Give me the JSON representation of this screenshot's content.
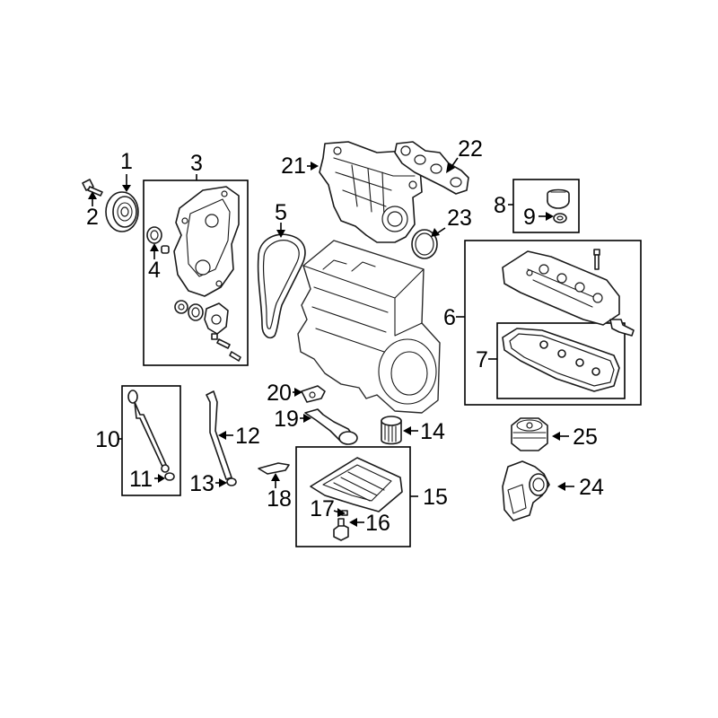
{
  "diagram": {
    "callouts": [
      {
        "id": "1",
        "text": "1"
      },
      {
        "id": "2",
        "text": "2"
      },
      {
        "id": "3",
        "text": "3"
      },
      {
        "id": "4",
        "text": "4"
      },
      {
        "id": "5",
        "text": "5"
      },
      {
        "id": "6",
        "text": "6"
      },
      {
        "id": "7",
        "text": "7"
      },
      {
        "id": "8",
        "text": "8"
      },
      {
        "id": "9",
        "text": "9"
      },
      {
        "id": "10",
        "text": "10"
      },
      {
        "id": "11",
        "text": "11"
      },
      {
        "id": "12",
        "text": "12"
      },
      {
        "id": "13",
        "text": "13"
      },
      {
        "id": "14",
        "text": "14"
      },
      {
        "id": "15",
        "text": "15"
      },
      {
        "id": "16",
        "text": "16"
      },
      {
        "id": "17",
        "text": "17"
      },
      {
        "id": "18",
        "text": "18"
      },
      {
        "id": "19",
        "text": "19"
      },
      {
        "id": "20",
        "text": "20"
      },
      {
        "id": "21",
        "text": "21"
      },
      {
        "id": "22",
        "text": "22"
      },
      {
        "id": "23",
        "text": "23"
      },
      {
        "id": "24",
        "text": "24"
      },
      {
        "id": "25",
        "text": "25"
      }
    ]
  }
}
